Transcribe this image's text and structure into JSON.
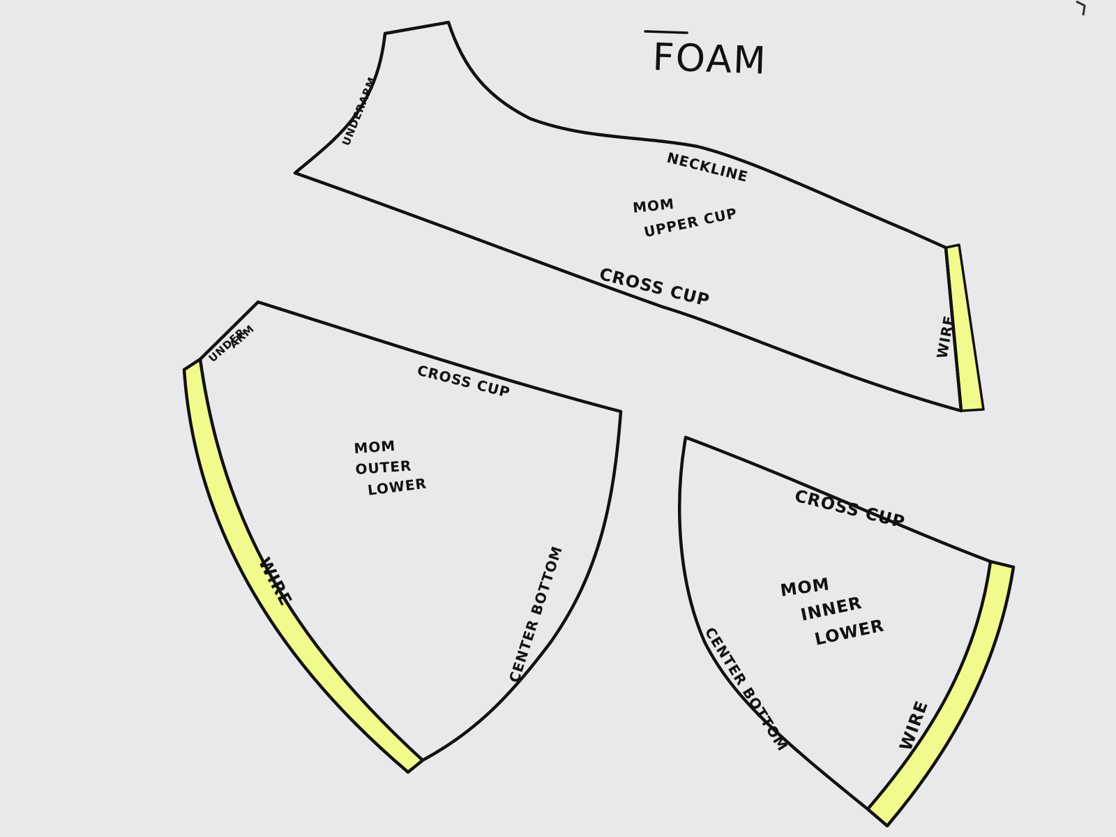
{
  "title": "FOAM",
  "highlight_color": "#f1fa8c",
  "line_color": "#111111",
  "paper_color": "#e9e9eb",
  "pieces": {
    "upper_cup": {
      "name_line1": "MOM",
      "name_line2": "UPPER CUP",
      "underarm": "UNDERARM",
      "neckline": "NECKLINE",
      "cross_cup": "CROSS CUP",
      "wire": "WIRE"
    },
    "outer_lower": {
      "name_line1": "MOM",
      "name_line2": "OUTER",
      "name_line3": "LOWER",
      "underarm_line1": "UNDER",
      "underarm_line2": "ARM",
      "cross_cup": "CROSS CUP",
      "wire": "WIRE",
      "center_bottom": "CENTER BOTTOM"
    },
    "inner_lower": {
      "name_line1": "MOM",
      "name_line2": "INNER",
      "name_line3": "LOWER",
      "cross_cup": "CROSS CUP",
      "center_bottom": "CENTER BOTTOM",
      "wire": "WIRE"
    }
  }
}
